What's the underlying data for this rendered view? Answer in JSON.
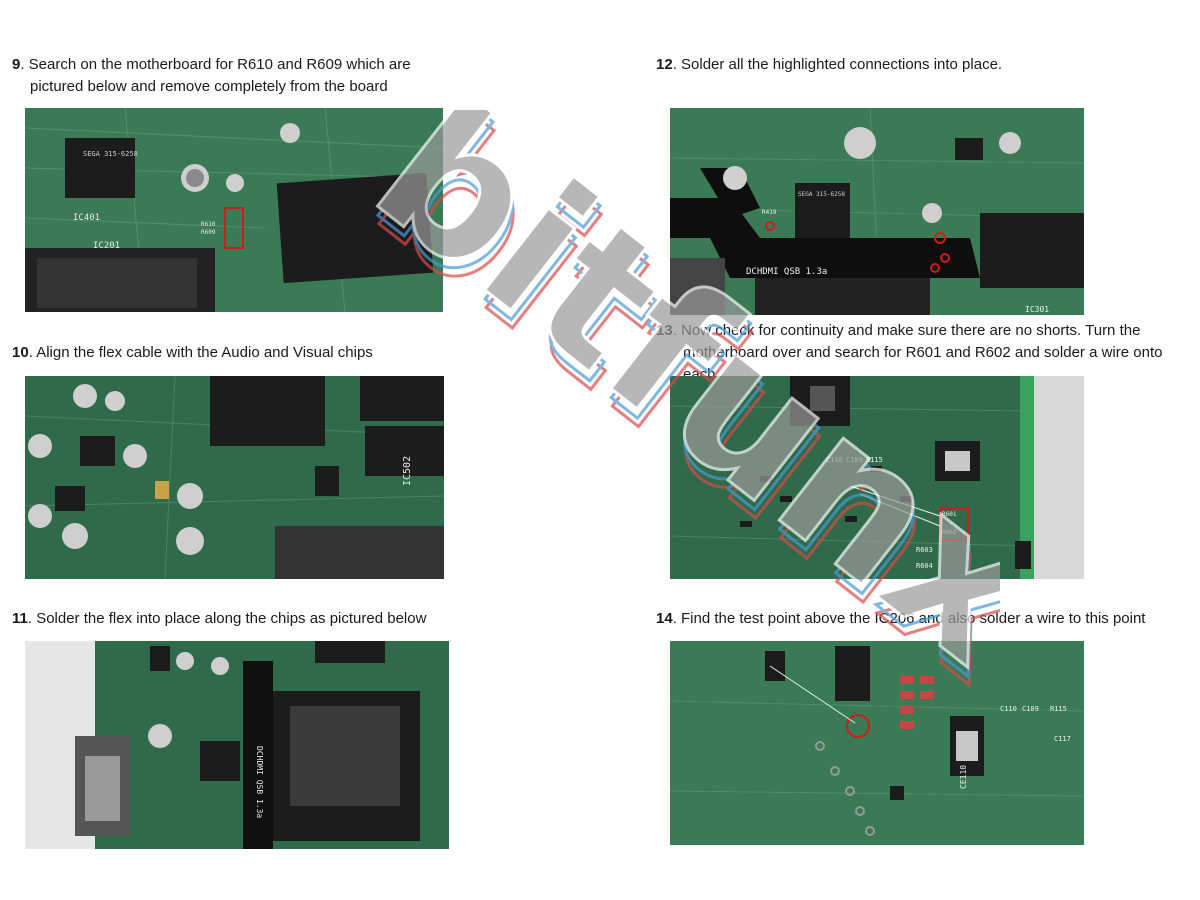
{
  "steps": [
    {
      "num": "9",
      "line1": ". Search on the motherboard for R610 and R609 which are",
      "line2": "pictured below and remove completely from the board"
    },
    {
      "num": "10",
      "line1": ".  Align the flex cable with the Audio and Visual chips",
      "line2": ""
    },
    {
      "num": "11",
      "line1": ".  Solder the flex into place along the chips as pictured below",
      "line2": ""
    },
    {
      "num": "12",
      "line1": ".  Solder all the highlighted connections into place.",
      "line2": ""
    },
    {
      "num": "13",
      "line1": ".  Now check for continuity and make sure there are no shorts. Turn the",
      "line2": "motherboard over and search for R601 and R602 and solder a wire onto each."
    },
    {
      "num": "14",
      "line1": ". Find the test point above the IC206 and also solder a wire to this point",
      "line2": ""
    }
  ],
  "photos": {
    "p9": {
      "chip_label": "SEGA 315-6258",
      "ref1": "IC401",
      "ref2": "IC201",
      "ref3": "R610",
      "ref4": "R609"
    },
    "p10": {
      "ref1": "IC502"
    },
    "p11": {
      "flex_label": "DCHDMI QSB 1.3a"
    },
    "p12": {
      "flex_label": "DCHDMI QSB 1.3a",
      "ref1": "IC301",
      "ref2": "SEGA 315-6258",
      "ref3": "R419"
    },
    "p13": {
      "ref1": "R601",
      "ref2": "R602",
      "ref3": "R603",
      "ref4": "R604",
      "ref5": "R115",
      "ref6": "C110",
      "ref7": "C109"
    },
    "p14": {
      "ref1": "CE110",
      "ref2": "C117",
      "ref3": "R115",
      "ref4": "C110",
      "ref5": "C109"
    }
  },
  "watermark": {
    "text": "bitfunx"
  },
  "colors": {
    "pcb": "#2f6b4a",
    "pcb_dark": "#1f4a33",
    "chip": "#1c1c1c",
    "highlight": "#d11a1a",
    "watermark": "#9a9a9a"
  }
}
